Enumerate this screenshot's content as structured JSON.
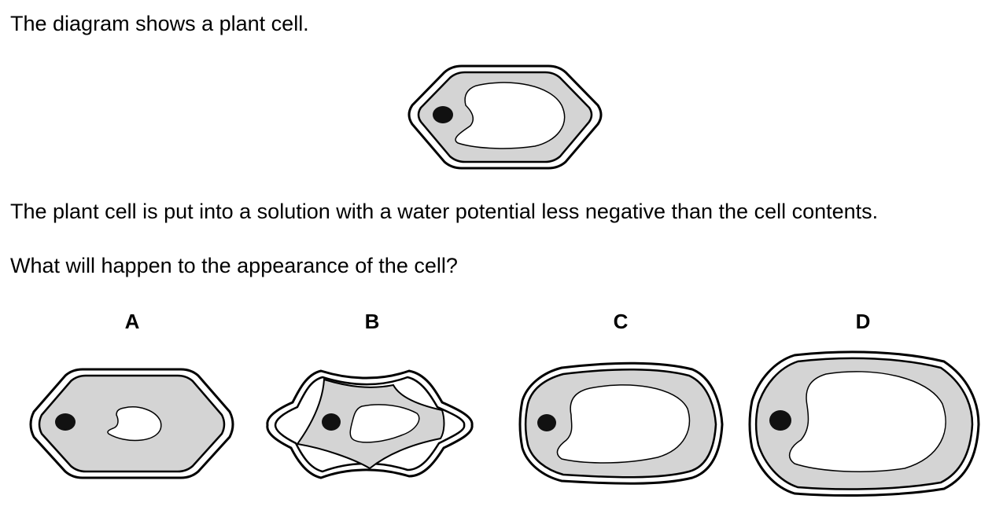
{
  "question": {
    "intro": "The diagram shows a plant cell.",
    "statement": "The plant cell is put into a solution with a water potential less negative than the cell contents.",
    "prompt": "What will happen to the appearance of the cell?"
  },
  "options": [
    {
      "label": "A"
    },
    {
      "label": "B"
    },
    {
      "label": "C"
    },
    {
      "label": "D"
    }
  ],
  "colors": {
    "cytoplasm": "#d4d4d4",
    "outline": "#000000",
    "vacuole": "#ffffff",
    "nucleus": "#111111"
  }
}
